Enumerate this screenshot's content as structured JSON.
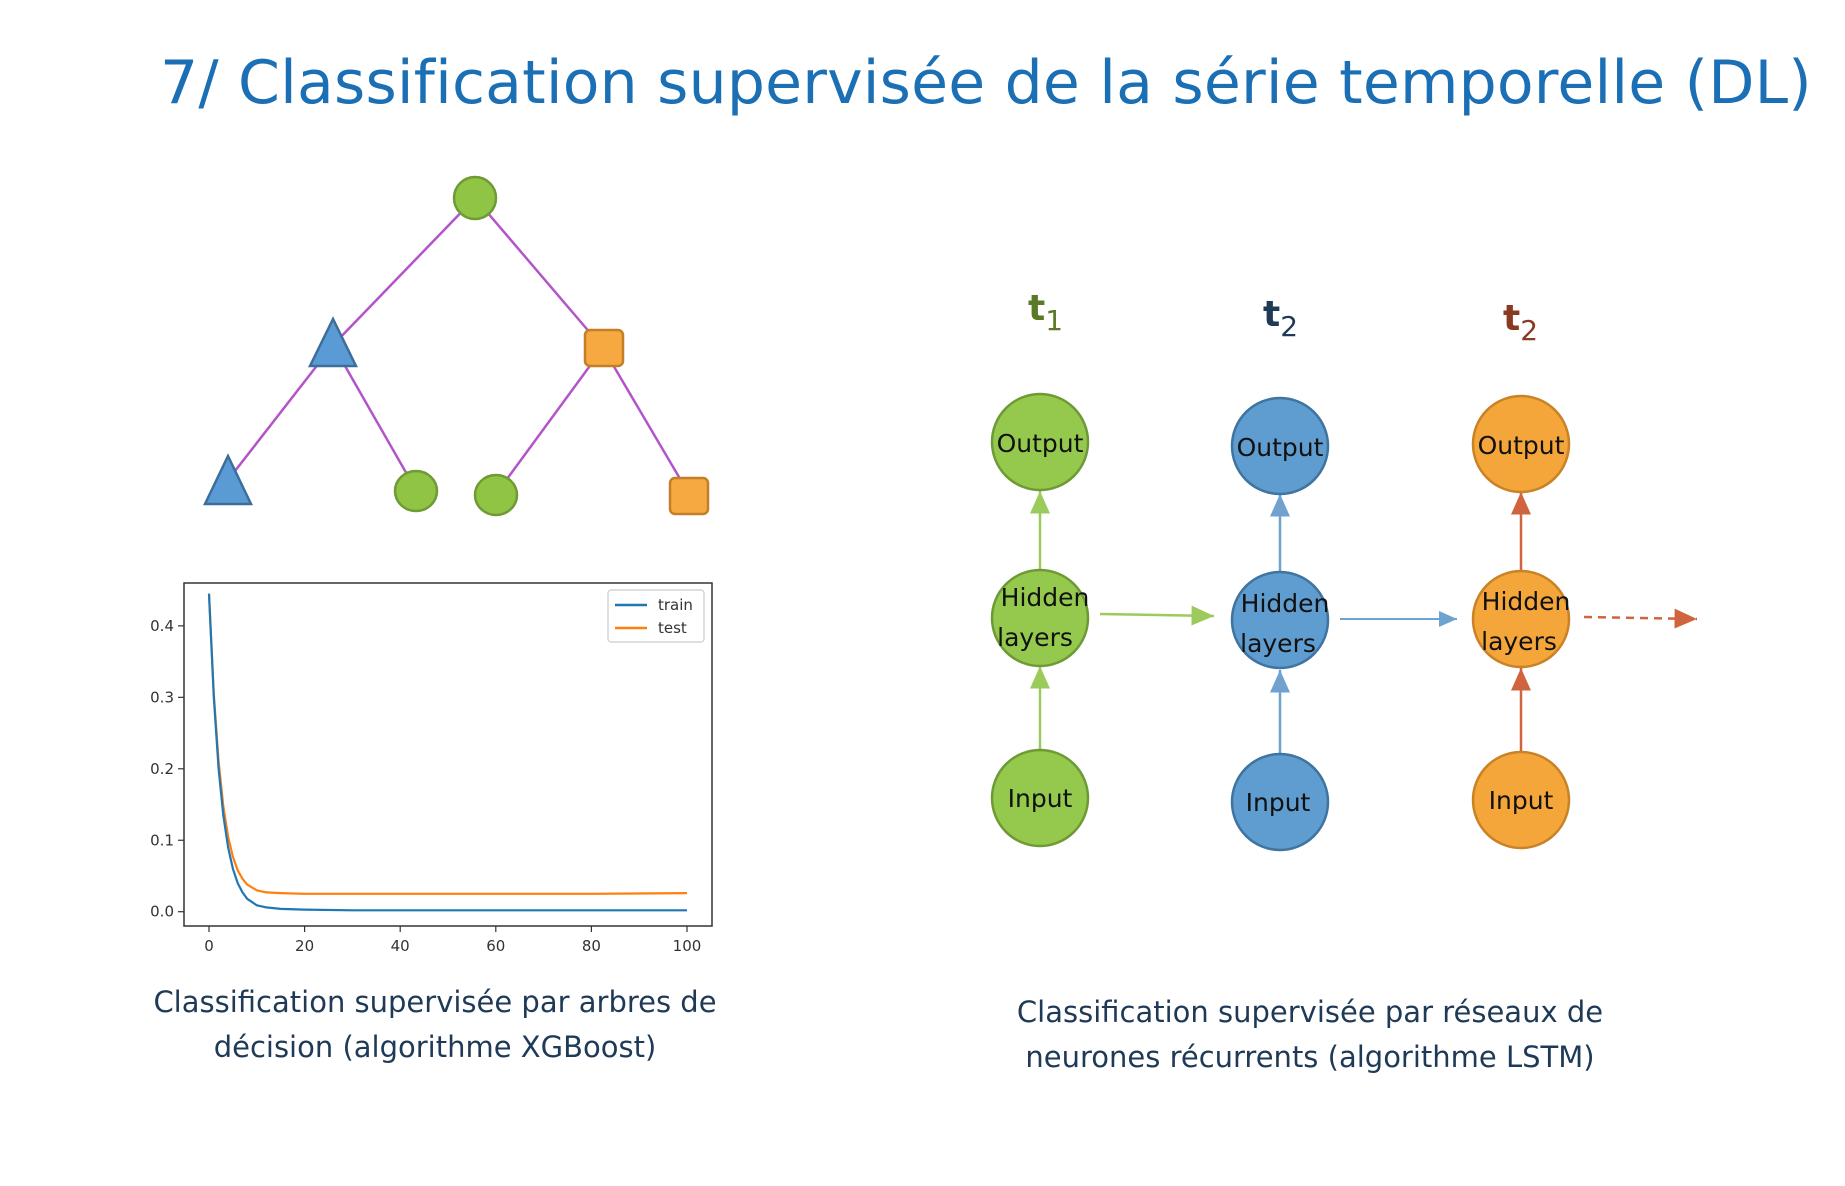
{
  "slide": {
    "title": "7/ Classification supervisée de la série temporelle (DL)"
  },
  "tree": {
    "edge_color": "#b354c9",
    "colors": {
      "green": "#8fc444",
      "blue": "#5b9bd5",
      "orange": "#f5a940"
    },
    "nodes": [
      {
        "id": "root",
        "shape": "circle",
        "color": "green"
      },
      {
        "id": "l1-left",
        "shape": "triangle",
        "color": "blue"
      },
      {
        "id": "l1-right",
        "shape": "square",
        "color": "orange"
      },
      {
        "id": "leaf-1",
        "shape": "triangle",
        "color": "blue"
      },
      {
        "id": "leaf-2",
        "shape": "circle",
        "color": "green"
      },
      {
        "id": "leaf-3",
        "shape": "circle",
        "color": "green"
      },
      {
        "id": "leaf-4",
        "shape": "square",
        "color": "orange"
      }
    ]
  },
  "chart_data": {
    "type": "line",
    "xlim": [
      0,
      100
    ],
    "ylim": [
      -0.02,
      0.46
    ],
    "xticks": [
      "0",
      "20",
      "40",
      "60",
      "80",
      "100"
    ],
    "xtick_values": [
      0,
      20,
      40,
      60,
      80,
      100
    ],
    "yticks": [
      "0.0",
      "0.1",
      "0.2",
      "0.3",
      "0.4"
    ],
    "ytick_values": [
      0.0,
      0.1,
      0.2,
      0.3,
      0.4
    ],
    "grid": false,
    "legend_position": "top-right",
    "series": [
      {
        "name": "train",
        "color": "#1f77b4",
        "x": [
          0,
          1,
          2,
          3,
          4,
          5,
          6,
          7,
          8,
          10,
          12,
          15,
          20,
          30,
          40,
          60,
          80,
          100
        ],
        "y": [
          0.445,
          0.3,
          0.2,
          0.135,
          0.09,
          0.06,
          0.04,
          0.027,
          0.018,
          0.009,
          0.006,
          0.004,
          0.003,
          0.002,
          0.002,
          0.002,
          0.002,
          0.002
        ]
      },
      {
        "name": "test",
        "color": "#ff7f0e",
        "x": [
          0,
          1,
          2,
          3,
          4,
          5,
          6,
          7,
          8,
          10,
          12,
          15,
          20,
          30,
          40,
          60,
          80,
          100
        ],
        "y": [
          0.445,
          0.305,
          0.21,
          0.148,
          0.105,
          0.077,
          0.058,
          0.046,
          0.038,
          0.03,
          0.027,
          0.026,
          0.025,
          0.025,
          0.025,
          0.025,
          0.025,
          0.026
        ]
      }
    ]
  },
  "rnn": {
    "columns": [
      {
        "time_label": "t",
        "time_sub": "1",
        "time_color": "#5a7a28",
        "fill": "#95c94d",
        "stroke": "#6e9a35",
        "arrow_color": "#9ccb5c"
      },
      {
        "time_label": "t",
        "time_sub": "2",
        "time_color": "#1f3a57",
        "fill": "#5f9ccf",
        "stroke": "#3f74a0",
        "arrow_color": "#6ea3cf"
      },
      {
        "time_label": "t",
        "time_sub": "2",
        "time_color": "#8b3a22",
        "fill": "#f5a63b",
        "stroke": "#c98225",
        "arrow_color": "#d0643f"
      }
    ],
    "output_label": "Output",
    "hidden_label_line1": "Hidden",
    "hidden_label_line2": "layers",
    "input_label": "Input"
  },
  "captions": {
    "left_line1": "Classification supervisée par arbres de",
    "left_line2": "décision (algorithme XGBoost)",
    "right_line1": "Classification supervisée par réseaux de",
    "right_line2": "neurones récurrents (algorithme LSTM)"
  }
}
